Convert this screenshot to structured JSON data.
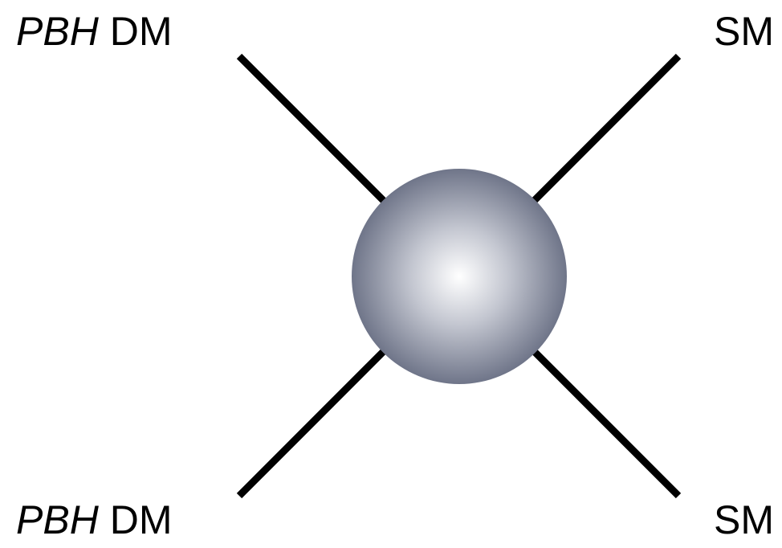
{
  "particles": {
    "top_left": {
      "italic": "PBH",
      "plain": "DM"
    },
    "bottom_left": {
      "italic": "PBH",
      "plain": "DM"
    },
    "top_right": {
      "plain": "SM"
    },
    "bottom_right": {
      "plain": "SM"
    }
  },
  "colors": {
    "line": "#000000",
    "blob_center": "#ffffff",
    "blob_edge": "#6f7589"
  }
}
